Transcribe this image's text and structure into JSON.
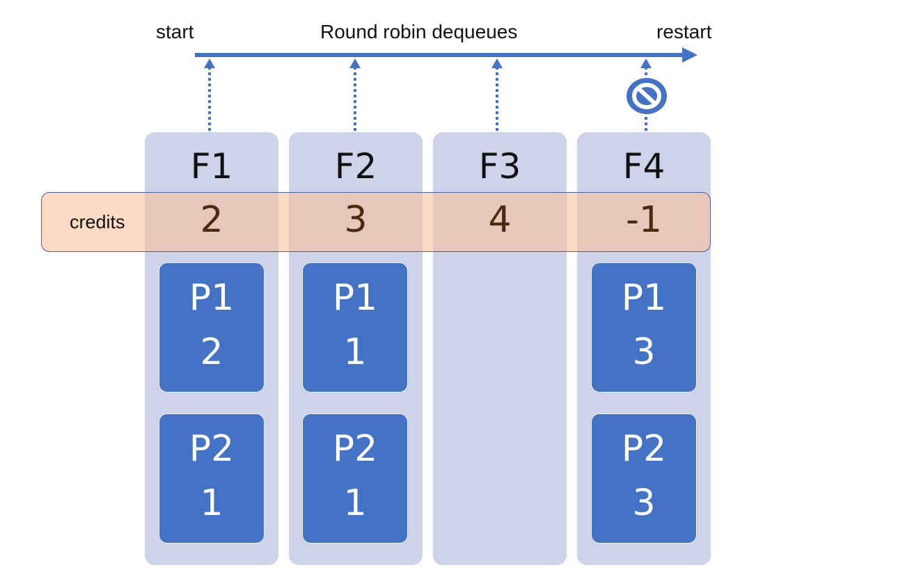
{
  "header": {
    "start_label": "start",
    "title": "Round robin dequeues",
    "restart_label": "restart"
  },
  "credits_label": "credits",
  "columns": [
    {
      "name": "F1",
      "credits": "2",
      "packets": [
        {
          "name": "P1",
          "value": "2"
        },
        {
          "name": "P2",
          "value": "1"
        }
      ]
    },
    {
      "name": "F2",
      "credits": "3",
      "packets": [
        {
          "name": "P1",
          "value": "1"
        },
        {
          "name": "P2",
          "value": "1"
        }
      ]
    },
    {
      "name": "F3",
      "credits": "4",
      "packets": []
    },
    {
      "name": "F4",
      "credits": "-1",
      "blocked": true,
      "packets": [
        {
          "name": "P1",
          "value": "3"
        },
        {
          "name": "P2",
          "value": "3"
        }
      ]
    }
  ],
  "colors": {
    "arrow": "#4472c4",
    "column_bg": "#ced3ea",
    "packet_bg": "#4472c4",
    "credits_band": "#f8be96",
    "credit_text": "#4a2a10"
  },
  "icons": {
    "blocked": "no-entry-icon"
  }
}
